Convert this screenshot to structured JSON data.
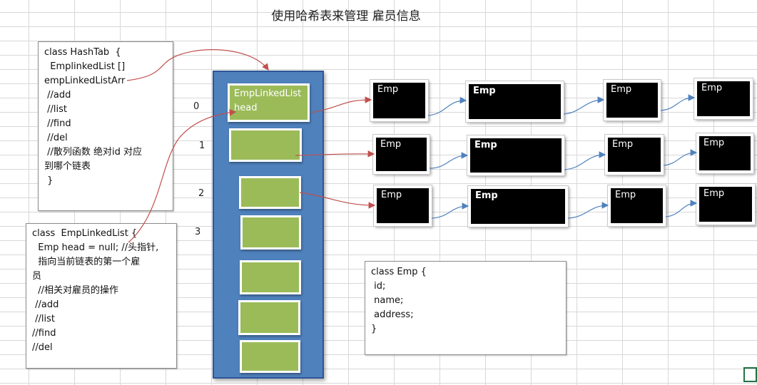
{
  "title": "使用哈希表来管理 雇员信息",
  "hashtab_class": {
    "lines": [
      "class HashTab  {",
      "  EmplinkedList []",
      "empLinkedListArr",
      " //add",
      " //list",
      " //find",
      " //del",
      " //散列函数 绝对id 对应",
      "到哪个链表",
      " }"
    ]
  },
  "emplinkedlist_class": {
    "lines": [
      "class  EmpLinkedList {",
      "  Emp head = null; //头指针,",
      "  指向当前链表的第一个雇",
      "员",
      "  //相关对雇员的操作",
      " //add",
      " //list",
      "//find",
      "//del"
    ]
  },
  "emp_class": {
    "lines": [
      "class Emp {",
      " id;",
      " name;",
      " address;",
      "}"
    ]
  },
  "indices": [
    "0",
    "1",
    "2",
    "3"
  ],
  "buckets": [
    {
      "label": "EmpLinkedList head"
    },
    {
      "label": ""
    },
    {
      "label": ""
    },
    {
      "label": ""
    },
    {
      "label": ""
    },
    {
      "label": ""
    },
    {
      "label": ""
    }
  ],
  "emp_rows": [
    [
      {
        "label": "Emp",
        "bold": false
      },
      {
        "label": "Emp",
        "bold": true
      },
      {
        "label": "Emp",
        "bold": false
      },
      {
        "label": "Emp",
        "bold": false
      }
    ],
    [
      {
        "label": "Emp",
        "bold": false
      },
      {
        "label": "Emp",
        "bold": true
      },
      {
        "label": "Emp",
        "bold": false
      },
      {
        "label": "Emp",
        "bold": false
      }
    ],
    [
      {
        "label": "Emp",
        "bold": false
      },
      {
        "label": "Emp",
        "bold": true
      },
      {
        "label": "Emp",
        "bold": false
      },
      {
        "label": "Emp",
        "bold": false
      }
    ]
  ],
  "colors": {
    "table_blue": "#4f81bd",
    "bucket_green": "#9bbb59",
    "emp_black": "#000000",
    "red_arrow": "#c0504d",
    "blue_arrow": "#4f81bd"
  }
}
